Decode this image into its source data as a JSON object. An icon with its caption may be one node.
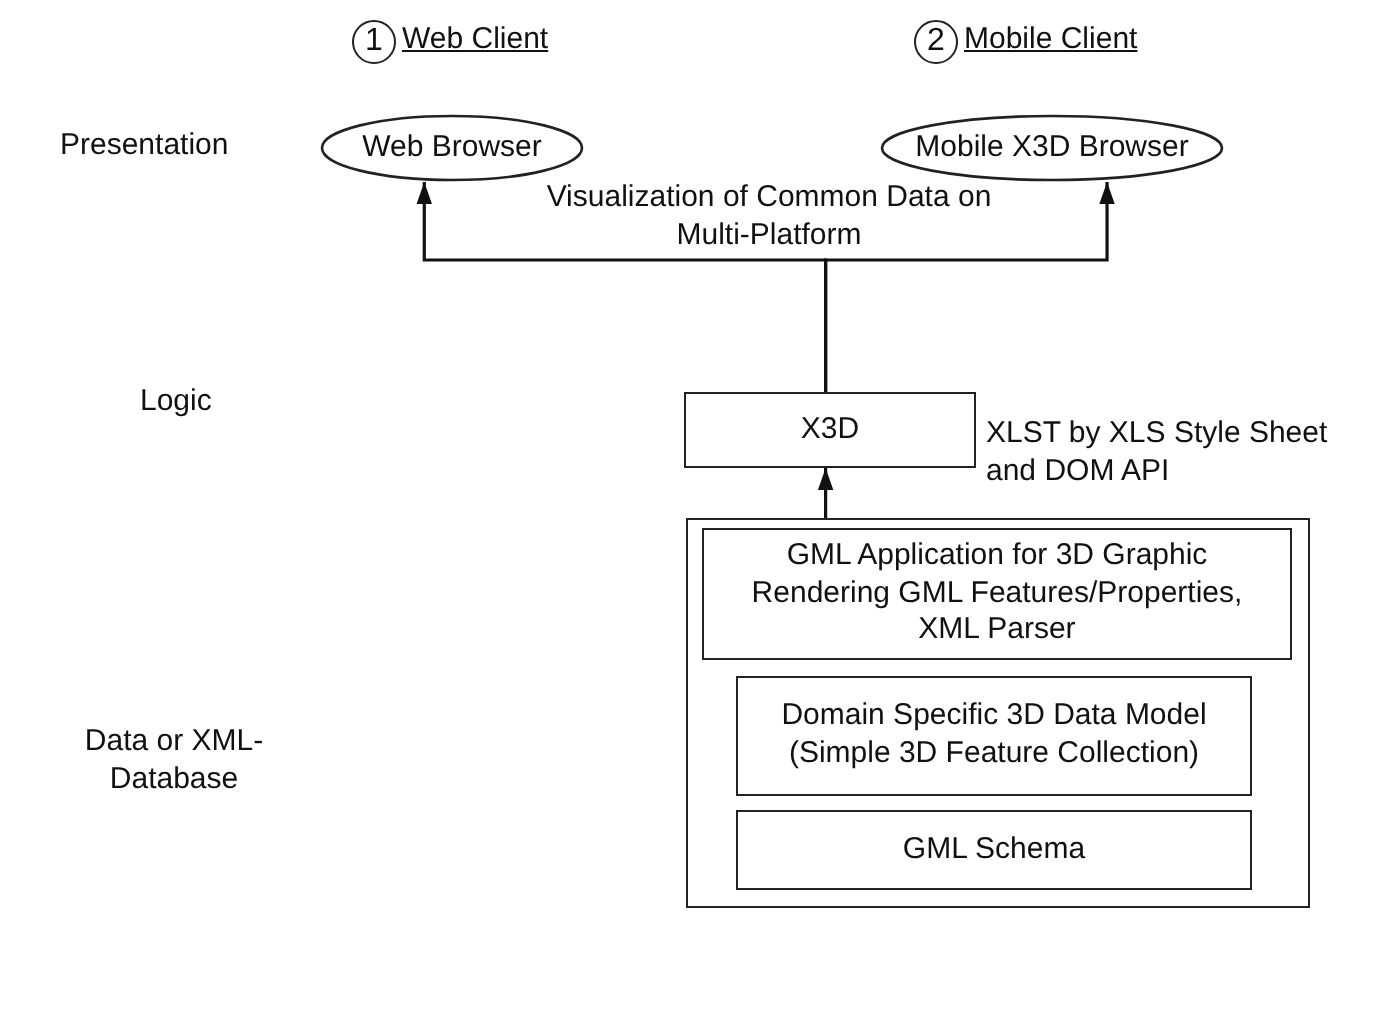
{
  "diagram": {
    "nodes": [
      {
        "text": [
          "Web Browser"
        ]
      },
      {
        "text": [
          "Mobile X3D Browser"
        ]
      },
      {
        "text": [
          "X3D"
        ]
      },
      {
        "text": [],
        "shape": "box"
      },
      {
        "text": [
          "GML Application for 3D Graphic Rendering GML Features/Properties, XML Parser"
        ],
        "in": 3
      },
      {
        "text": [
          "Domain Specific 3D Data Model (Simple 3D Feature Collection)"
        ],
        "in": 3
      },
      {
        "text": [
          "GML Schema"
        ],
        "in": 3
      }
    ],
    "edges": [
      {
        "from": 2,
        "to": 0,
        "arrow": "to"
      },
      {
        "from": 2,
        "to": 1,
        "arrow": "to"
      },
      {
        "from": 3,
        "to": 2,
        "arrow": "to"
      }
    ],
    "labels": [
      "1",
      "Web Client",
      "2",
      "Mobile Client",
      "Presentation",
      "Logic",
      "Data or XML-Database",
      "Visualization of Common Data on Multi-Platform",
      "XLST by XLS Style Sheet and DOM API"
    ]
  }
}
